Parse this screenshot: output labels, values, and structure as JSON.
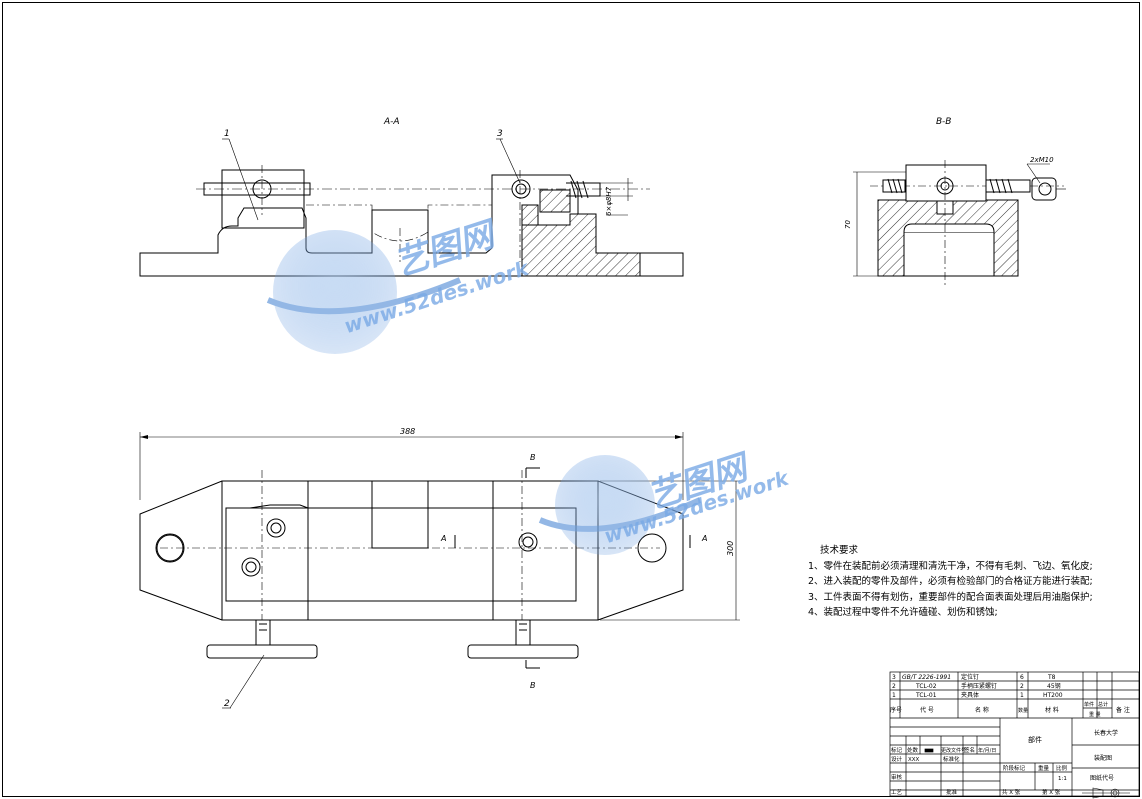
{
  "views": {
    "section_aa": "A-A",
    "section_bb": "B-B"
  },
  "balloons": [
    "1",
    "2",
    "3"
  ],
  "dimensions": {
    "overall_length": "388",
    "overall_width": "300",
    "hole_callout": "6×φ8H7",
    "bb_height": "70",
    "thread_callout": "2xM10"
  },
  "cut_marks": {
    "b": "B",
    "a": "A"
  },
  "technical_requirements": {
    "title": "技术要求",
    "items": [
      "1、零件在装配前必须清理和清洗干净，不得有毛刺、飞边、氧化皮;",
      "2、进入装配的零件及部件，必须有检验部门的合格证方能进行装配;",
      "3、工件表面不得有划伤，重要部件的配合面表面处理后用油脂保护;",
      "4、装配过程中零件不允许磕碰、划伤和锈蚀;"
    ]
  },
  "bom": {
    "rows": [
      {
        "no": "3",
        "code": "GB/T 2226-1991",
        "name": "定位钉",
        "qty": "6",
        "material": "T8"
      },
      {
        "no": "2",
        "code": "TCL-02",
        "name": "手柄压紧螺钉",
        "qty": "2",
        "material": "45钢"
      },
      {
        "no": "1",
        "code": "TCL-01",
        "name": "夹具体",
        "qty": "1",
        "material": "HT200"
      }
    ],
    "header": {
      "no": "序号",
      "code": "代 号",
      "name": "名 称",
      "qty": "数量",
      "material": "材 料",
      "unit": "单件",
      "total": "总计",
      "weight": "重 量",
      "remark": "备 注"
    }
  },
  "title_block": {
    "row_marks": [
      "标记",
      "处数",
      "更改文件号",
      "签名",
      "年/月/日"
    ],
    "design": "设计",
    "designer": "XXX",
    "standardize": "标准化",
    "review": "审核",
    "process": "工艺",
    "approve": "批准",
    "part_label": "部件",
    "stage_mark": "阶段标记",
    "weight": "重量",
    "scale": "比例",
    "scale_value": "1:1",
    "school": "长春大学",
    "drawing_name": "装配图",
    "drawing_code": "图纸代号",
    "sheet_total": "共 X 张",
    "sheet_no": "第 X 张"
  },
  "watermark": {
    "brand": "艺图网",
    "url": "www.52des.work"
  }
}
